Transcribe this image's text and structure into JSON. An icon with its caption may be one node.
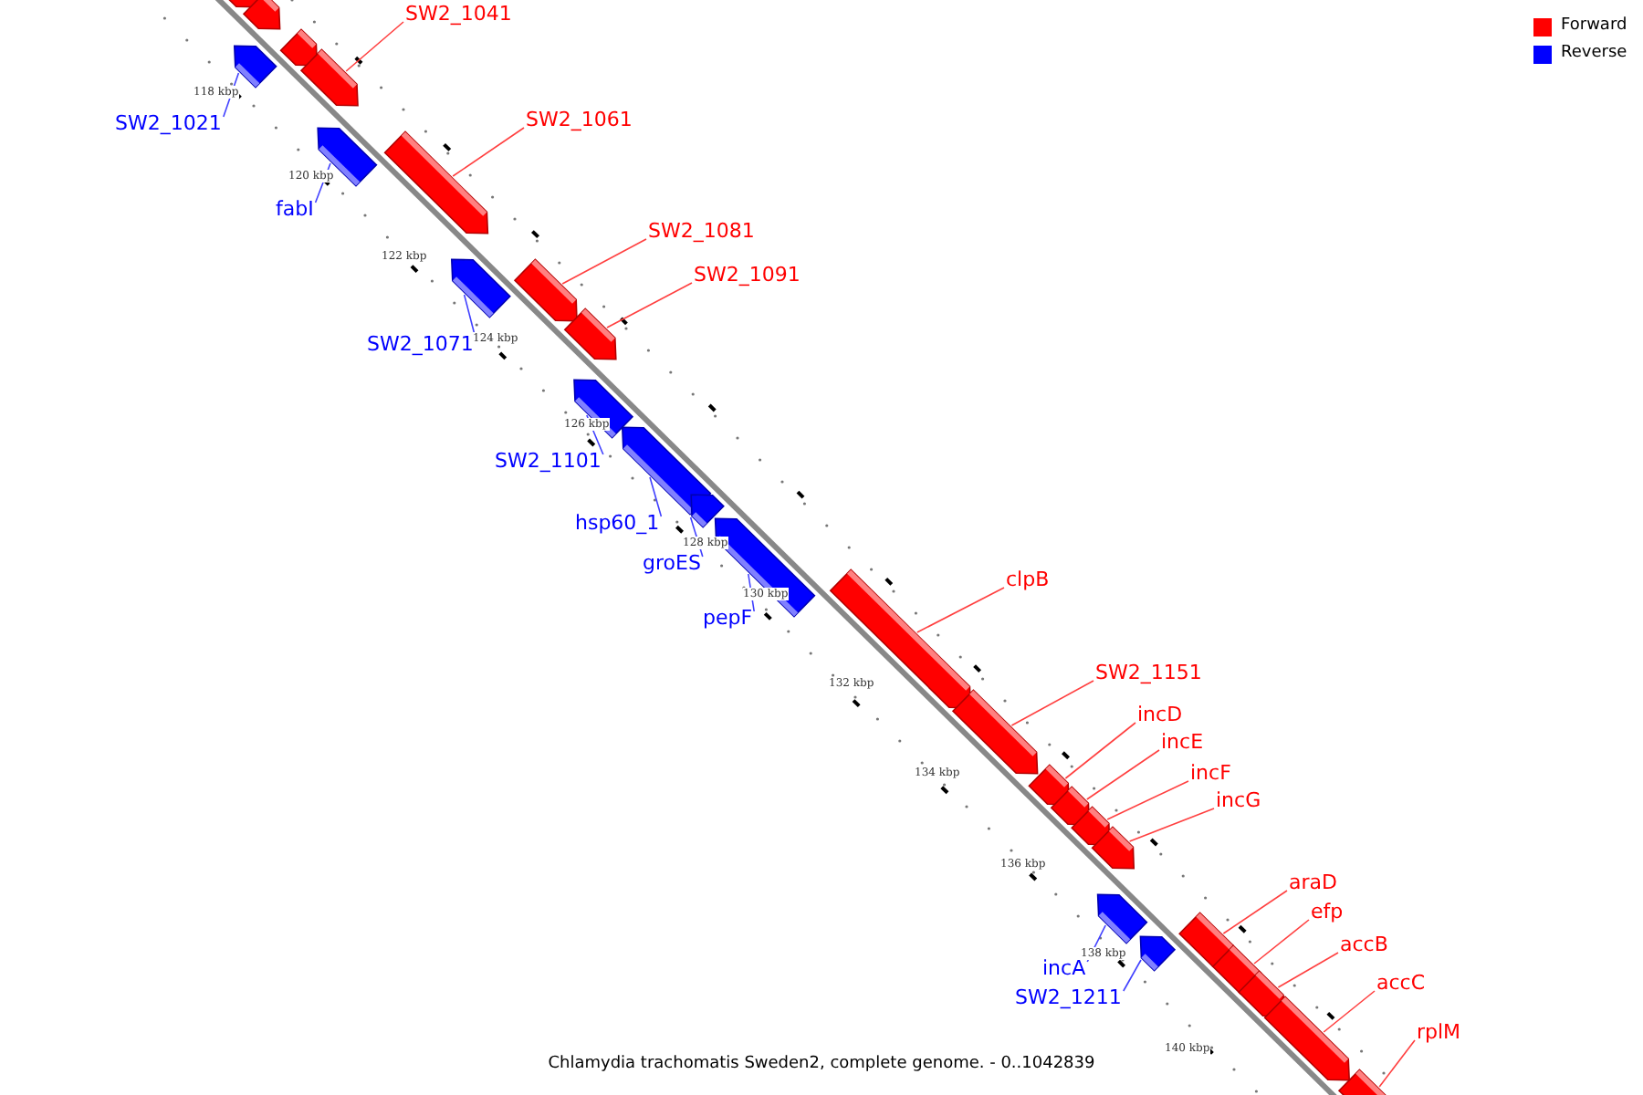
{
  "diagram": {
    "caption": "Chlamydia trachomatis Sweden2, complete genome. - 0..1042839",
    "nodes": [
      {
        "text": [],
        "shape": "bar"
      },
      {
        "text": [],
        "shape": "bar"
      },
      {
        "text": [],
        "shape": "bar"
      },
      {
        "text": [],
        "shape": "bar"
      },
      {
        "text": [],
        "shape": "bar"
      },
      {
        "text": [
          "SW2_1041"
        ]
      },
      {
        "text": [
          "SW2_1021"
        ]
      },
      {
        "text": [],
        "shape": "bar"
      },
      {
        "text": [],
        "shape": "bar"
      },
      {
        "text": [
          "SW2_1061"
        ]
      },
      {
        "text": [
          "fabI"
        ]
      },
      {
        "text": [],
        "shape": "bar"
      },
      {
        "text": [],
        "shape": "bar"
      },
      {
        "text": [
          "SW2_1081"
        ]
      },
      {
        "text": [],
        "shape": "bar"
      },
      {
        "text": [
          "SW2_1091"
        ]
      },
      {
        "text": [
          "SW2_1071"
        ]
      },
      {
        "text": [],
        "shape": "bar"
      },
      {
        "text": [
          "SW2_1101"
        ]
      },
      {
        "text": [],
        "shape": "bar"
      },
      {
        "text": [
          "hsp60_1"
        ]
      },
      {
        "text": [],
        "shape": "bar"
      },
      {
        "text": [
          "groES"
        ]
      },
      {
        "text": [],
        "shape": "bar"
      },
      {
        "text": [
          "pepF"
        ]
      },
      {
        "text": [],
        "shape": "bar"
      },
      {
        "text": [
          "clpB"
        ]
      },
      {
        "text": [],
        "shape": "bar"
      },
      {
        "text": [
          "SW2_1151"
        ]
      },
      {
        "text": [],
        "shape": "bar"
      },
      {
        "text": [
          "incD"
        ]
      },
      {
        "text": [],
        "shape": "bar"
      },
      {
        "text": [
          "incE"
        ]
      },
      {
        "text": [],
        "shape": "bar"
      },
      {
        "text": [
          "incF"
        ]
      },
      {
        "text": [],
        "shape": "bar"
      },
      {
        "text": [
          "incG"
        ]
      },
      {
        "text": [],
        "shape": "bar"
      },
      {
        "text": [
          "incA"
        ]
      },
      {
        "text": [],
        "shape": "bar"
      },
      {
        "text": [
          "SW2_1211"
        ]
      },
      {
        "text": [],
        "shape": "bar"
      },
      {
        "text": [
          "araD"
        ]
      },
      {
        "text": [],
        "shape": "bar"
      },
      {
        "text": [
          "efp"
        ]
      },
      {
        "text": [],
        "shape": "bar"
      },
      {
        "text": [
          "accB"
        ]
      },
      {
        "text": [],
        "shape": "bar"
      },
      {
        "text": [
          "accC"
        ]
      },
      {
        "text": [],
        "shape": "bar"
      },
      {
        "text": [
          "rplM"
        ]
      }
    ],
    "edges": [
      {
        "from": 5,
        "to": 4,
        "arrow": "none"
      },
      {
        "from": 6,
        "to": 3,
        "arrow": "none",
        "color": "#4040ff"
      },
      {
        "from": 9,
        "to": 8,
        "arrow": "none"
      },
      {
        "from": 10,
        "to": 7,
        "arrow": "none",
        "color": "#4040ff"
      },
      {
        "from": 13,
        "to": 12,
        "arrow": "none"
      },
      {
        "from": 15,
        "to": 14,
        "arrow": "none"
      },
      {
        "from": 16,
        "to": 11,
        "arrow": "none",
        "color": "#4040ff"
      },
      {
        "from": 18,
        "to": 17,
        "arrow": "none",
        "color": "#4040ff"
      },
      {
        "from": 20,
        "to": 19,
        "arrow": "none",
        "color": "#4040ff"
      },
      {
        "from": 22,
        "to": 21,
        "arrow": "none",
        "color": "#4040ff"
      },
      {
        "from": 24,
        "to": 23,
        "arrow": "none",
        "color": "#4040ff"
      },
      {
        "from": 26,
        "to": 25,
        "arrow": "none"
      },
      {
        "from": 28,
        "to": 27,
        "arrow": "none"
      },
      {
        "from": 30,
        "to": 29,
        "arrow": "none"
      },
      {
        "from": 32,
        "to": 31,
        "arrow": "none"
      },
      {
        "from": 34,
        "to": 33,
        "arrow": "none"
      },
      {
        "from": 36,
        "to": 35,
        "arrow": "none"
      },
      {
        "from": 38,
        "to": 37,
        "arrow": "none",
        "color": "#4040ff"
      },
      {
        "from": 40,
        "to": 39,
        "arrow": "none",
        "color": "#4040ff"
      },
      {
        "from": 42,
        "to": 41,
        "arrow": "none"
      },
      {
        "from": 44,
        "to": 43,
        "arrow": "none"
      },
      {
        "from": 46,
        "to": 45,
        "arrow": "none"
      },
      {
        "from": 48,
        "to": 47,
        "arrow": "none"
      },
      {
        "from": 50,
        "to": 49,
        "arrow": "none"
      }
    ],
    "labels": [
      "118 kbp",
      "120 kbp",
      "122 kbp",
      "124 kbp",
      "126 kbp",
      "128 kbp",
      "130 kbp",
      "132 kbp",
      "134 kbp",
      "136 kbp",
      "138 kbp",
      "140 kbp"
    ],
    "legend": [
      {
        "text": "Forward",
        "color": "#ff0000"
      },
      {
        "text": "Reverse",
        "color": "#0000ff"
      }
    ]
  }
}
